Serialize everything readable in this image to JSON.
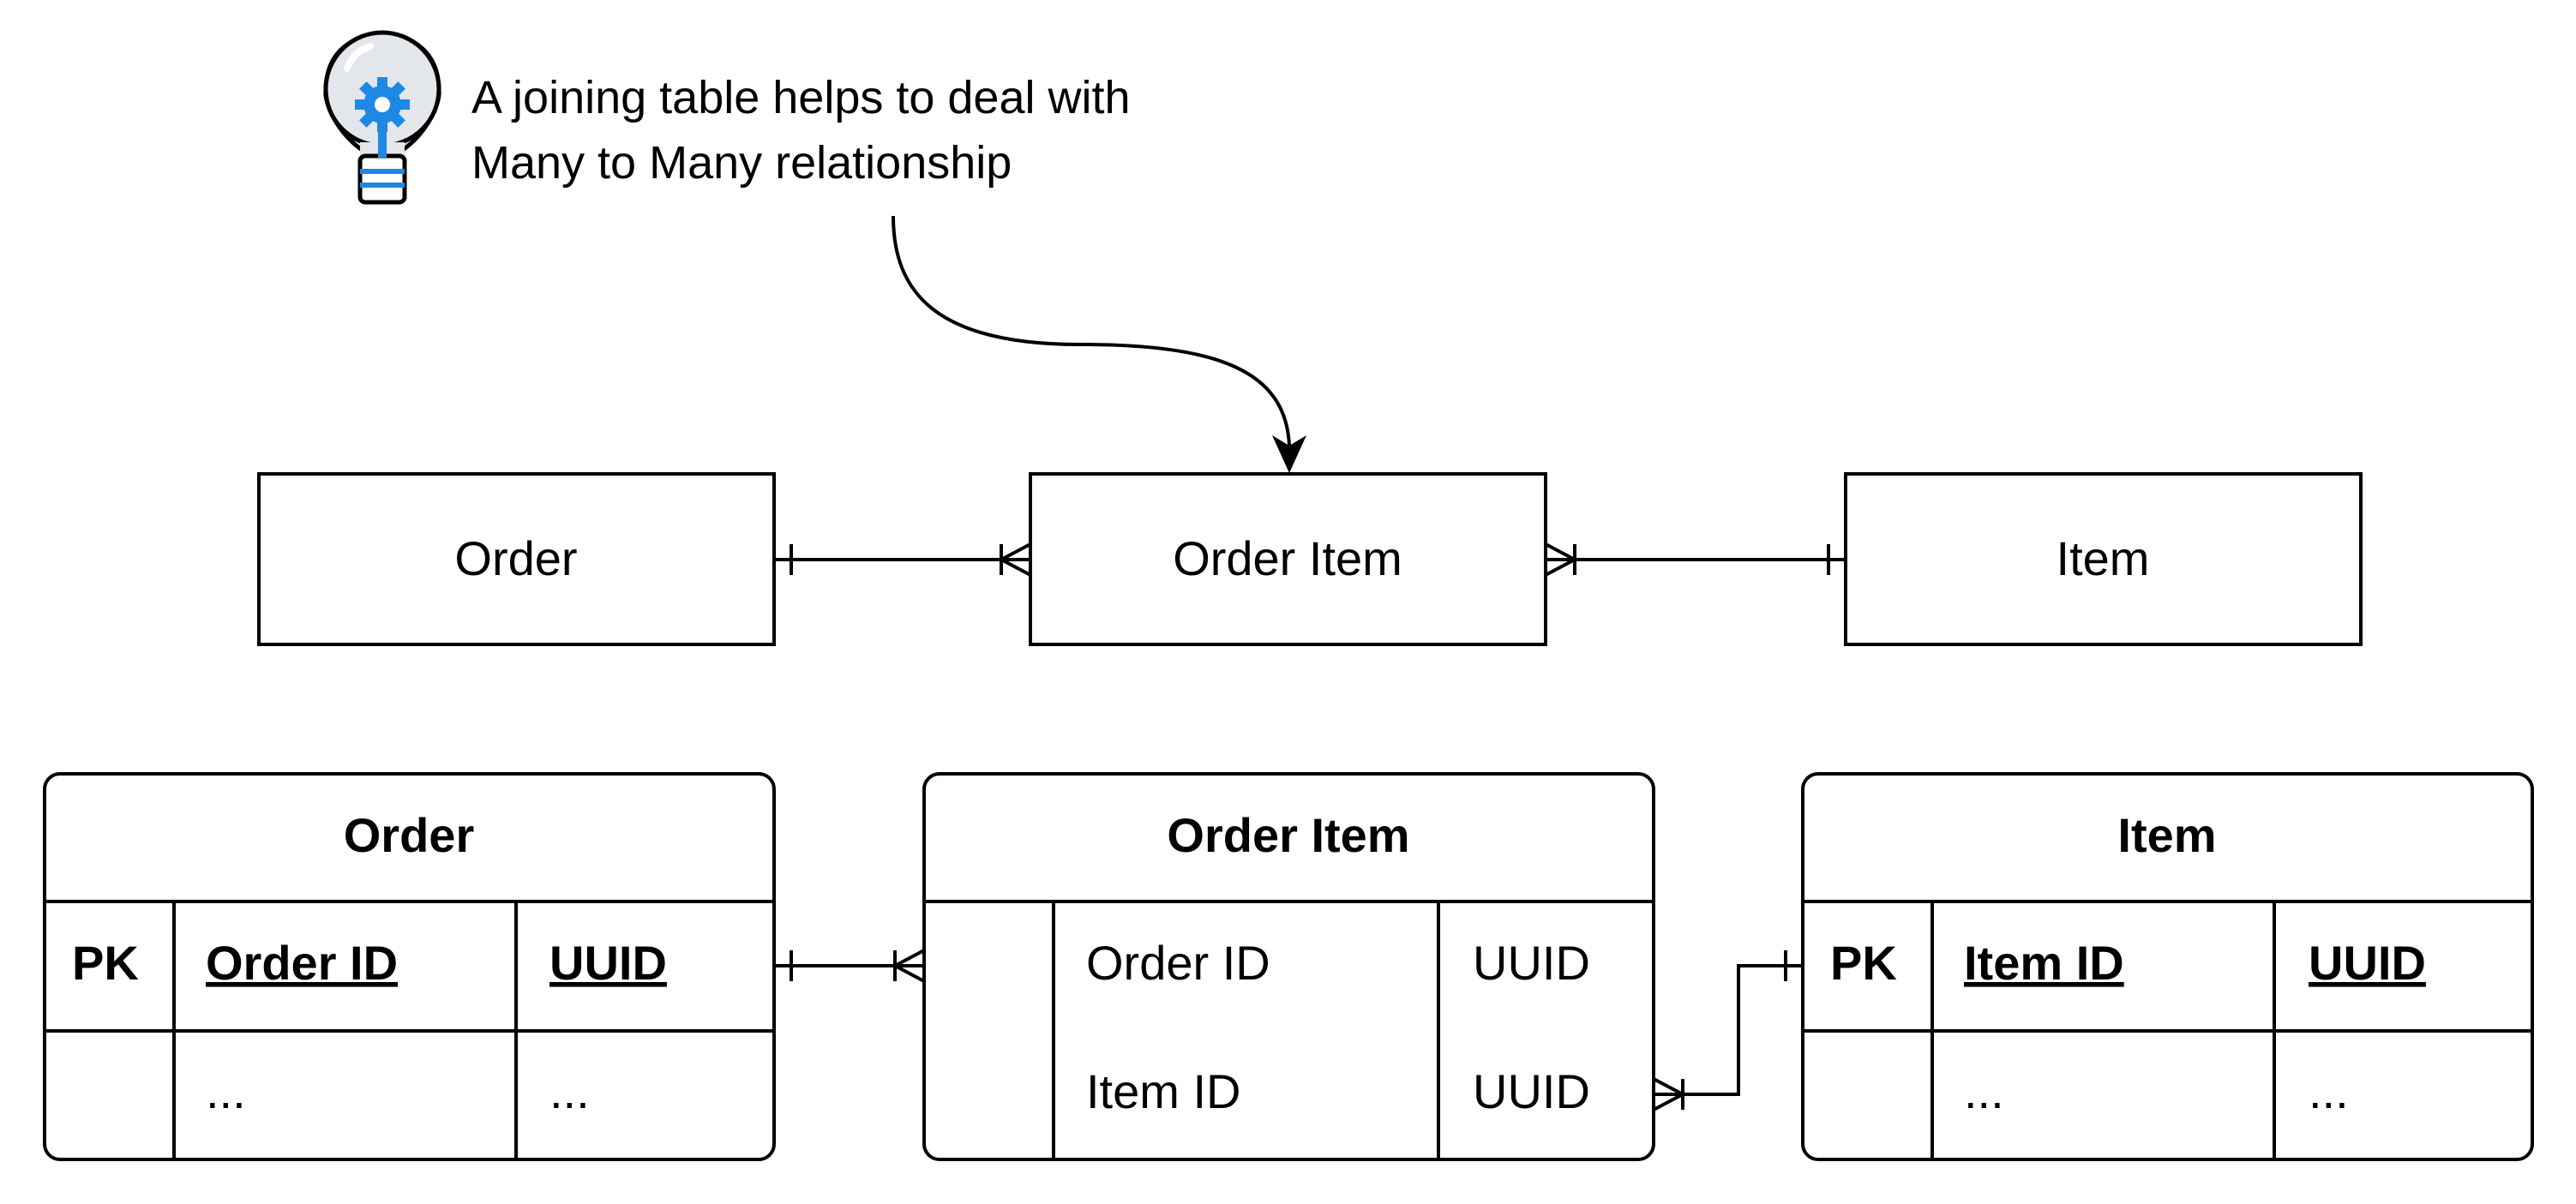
{
  "note": {
    "line1": "A joining table helps to deal with",
    "line2": "Many to Many relationship",
    "icon": "lightbulb-gear-icon"
  },
  "conceptual": {
    "order": "Order",
    "order_item": "Order Item",
    "item": "Item"
  },
  "tables": {
    "order": {
      "title": "Order",
      "rows": [
        {
          "key": "PK",
          "name": "Order ID",
          "type": "UUID"
        },
        {
          "key": "",
          "name": "...",
          "type": "..."
        }
      ]
    },
    "order_item": {
      "title": "Order Item",
      "rows": [
        {
          "key": "",
          "name": "Order ID",
          "type": "UUID"
        },
        {
          "key": "",
          "name": "Item ID",
          "type": "UUID"
        }
      ]
    },
    "item": {
      "title": "Item",
      "rows": [
        {
          "key": "PK",
          "name": "Item ID",
          "type": "UUID"
        },
        {
          "key": "",
          "name": "...",
          "type": "..."
        }
      ]
    }
  },
  "colors": {
    "stroke": "#000000",
    "accent": "#1e88e5",
    "bulb_fill": "#e3e6ea"
  }
}
